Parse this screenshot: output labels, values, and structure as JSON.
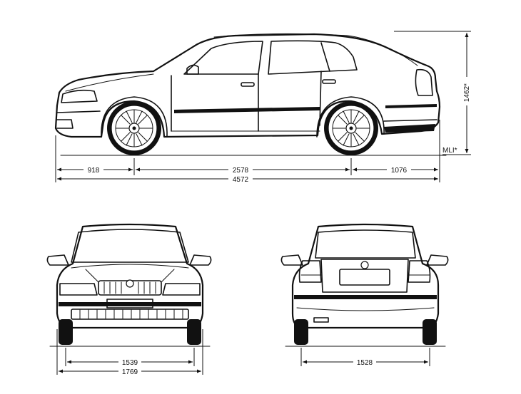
{
  "dimensions": {
    "front_overhang": "918",
    "wheelbase": "2578",
    "rear_overhang": "1076",
    "overall_length": "4572",
    "height": "1462*",
    "height_note": "MLI*",
    "front_track": "1539",
    "overall_width": "1769",
    "rear_track": "1528"
  },
  "colors": {
    "line": "#111111",
    "background": "#ffffff"
  },
  "views": [
    "side",
    "front",
    "rear"
  ]
}
